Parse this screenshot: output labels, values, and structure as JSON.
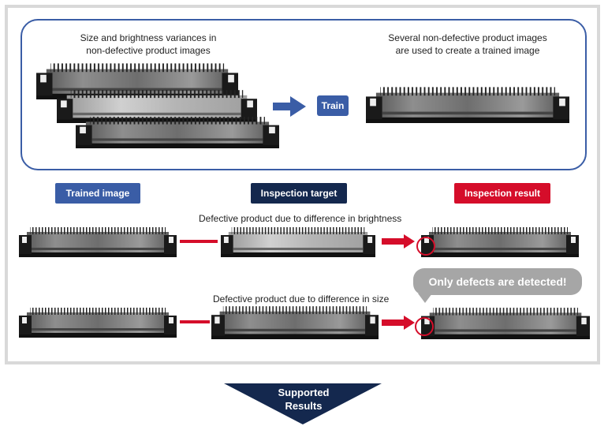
{
  "top_panel": {
    "left_caption_line1": "Size and brightness variances in",
    "left_caption_line2": "non-defective product images",
    "right_caption_line1": "Several non-defective product images",
    "right_caption_line2": "are used to create a trained image",
    "train_label": "Train"
  },
  "headers": {
    "trained_image": "Trained image",
    "inspection_target": "Inspection target",
    "inspection_result": "Inspection result"
  },
  "rows": [
    {
      "caption": "Defective product due to difference in brightness"
    },
    {
      "caption": "Defective product due to difference in size"
    }
  ],
  "callout": "Only defects are detected!",
  "bottom": {
    "line1": "Supported",
    "line2": "Results"
  },
  "colors": {
    "blue": "#3a5da6",
    "navy": "#14284e",
    "red": "#d50d2a",
    "gray": "#a6a6a6"
  }
}
